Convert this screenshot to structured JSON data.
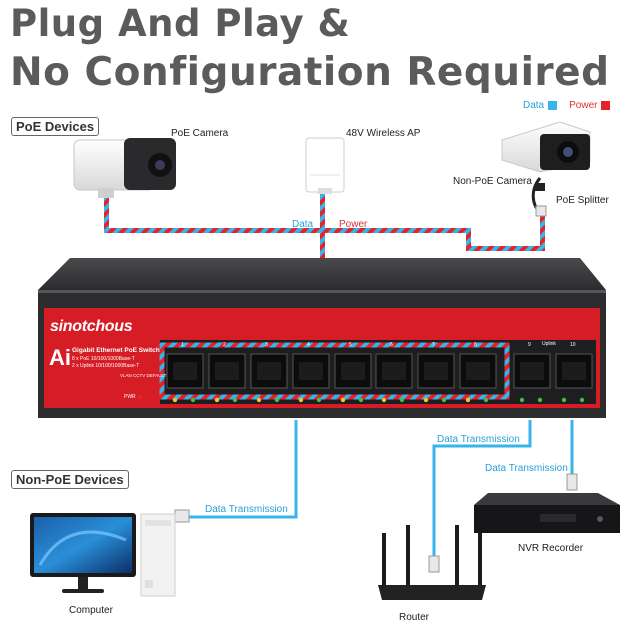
{
  "headline": {
    "line1": "Plug And Play &",
    "line2": "No Configuration Required"
  },
  "legend": {
    "data_label": "Data",
    "power_label": "Power",
    "data_color": "#35b5ea",
    "power_color": "#e8202a"
  },
  "sections": {
    "poe_devices": "PoE Devices",
    "non_poe_devices": "Non-PoE Devices"
  },
  "devices": {
    "poe_camera": "PoE Camera",
    "wireless_ap": "48V Wireless AP",
    "non_poe_camera": "Non-PoE Camera",
    "poe_splitter": "PoE Splitter",
    "computer": "Computer",
    "router": "Router",
    "nvr": "NVR Recorder"
  },
  "cable_labels": {
    "data": "Data",
    "power": "Power",
    "data_transmission_computer": "Data Transmission",
    "data_transmission_router": "Data Transmission",
    "data_transmission_nvr": "Data Transmission"
  },
  "switch": {
    "brand": "sinotchous",
    "ai_badge": "Ai",
    "model_title": "Gigabit Ethernet PoE Switch",
    "spec_line1": "8 x PoE 10/100/1000Base-T",
    "spec_line2": "2 x Uplink 10/100/1000Base-T",
    "mode_label": "VLAN CCTV DEFAULT",
    "pwr_label": "PWR",
    "uplink_label": "Uplink",
    "port_numbers": [
      "1",
      "2",
      "3",
      "4",
      "5",
      "6",
      "7",
      "8",
      "9",
      "10"
    ]
  }
}
